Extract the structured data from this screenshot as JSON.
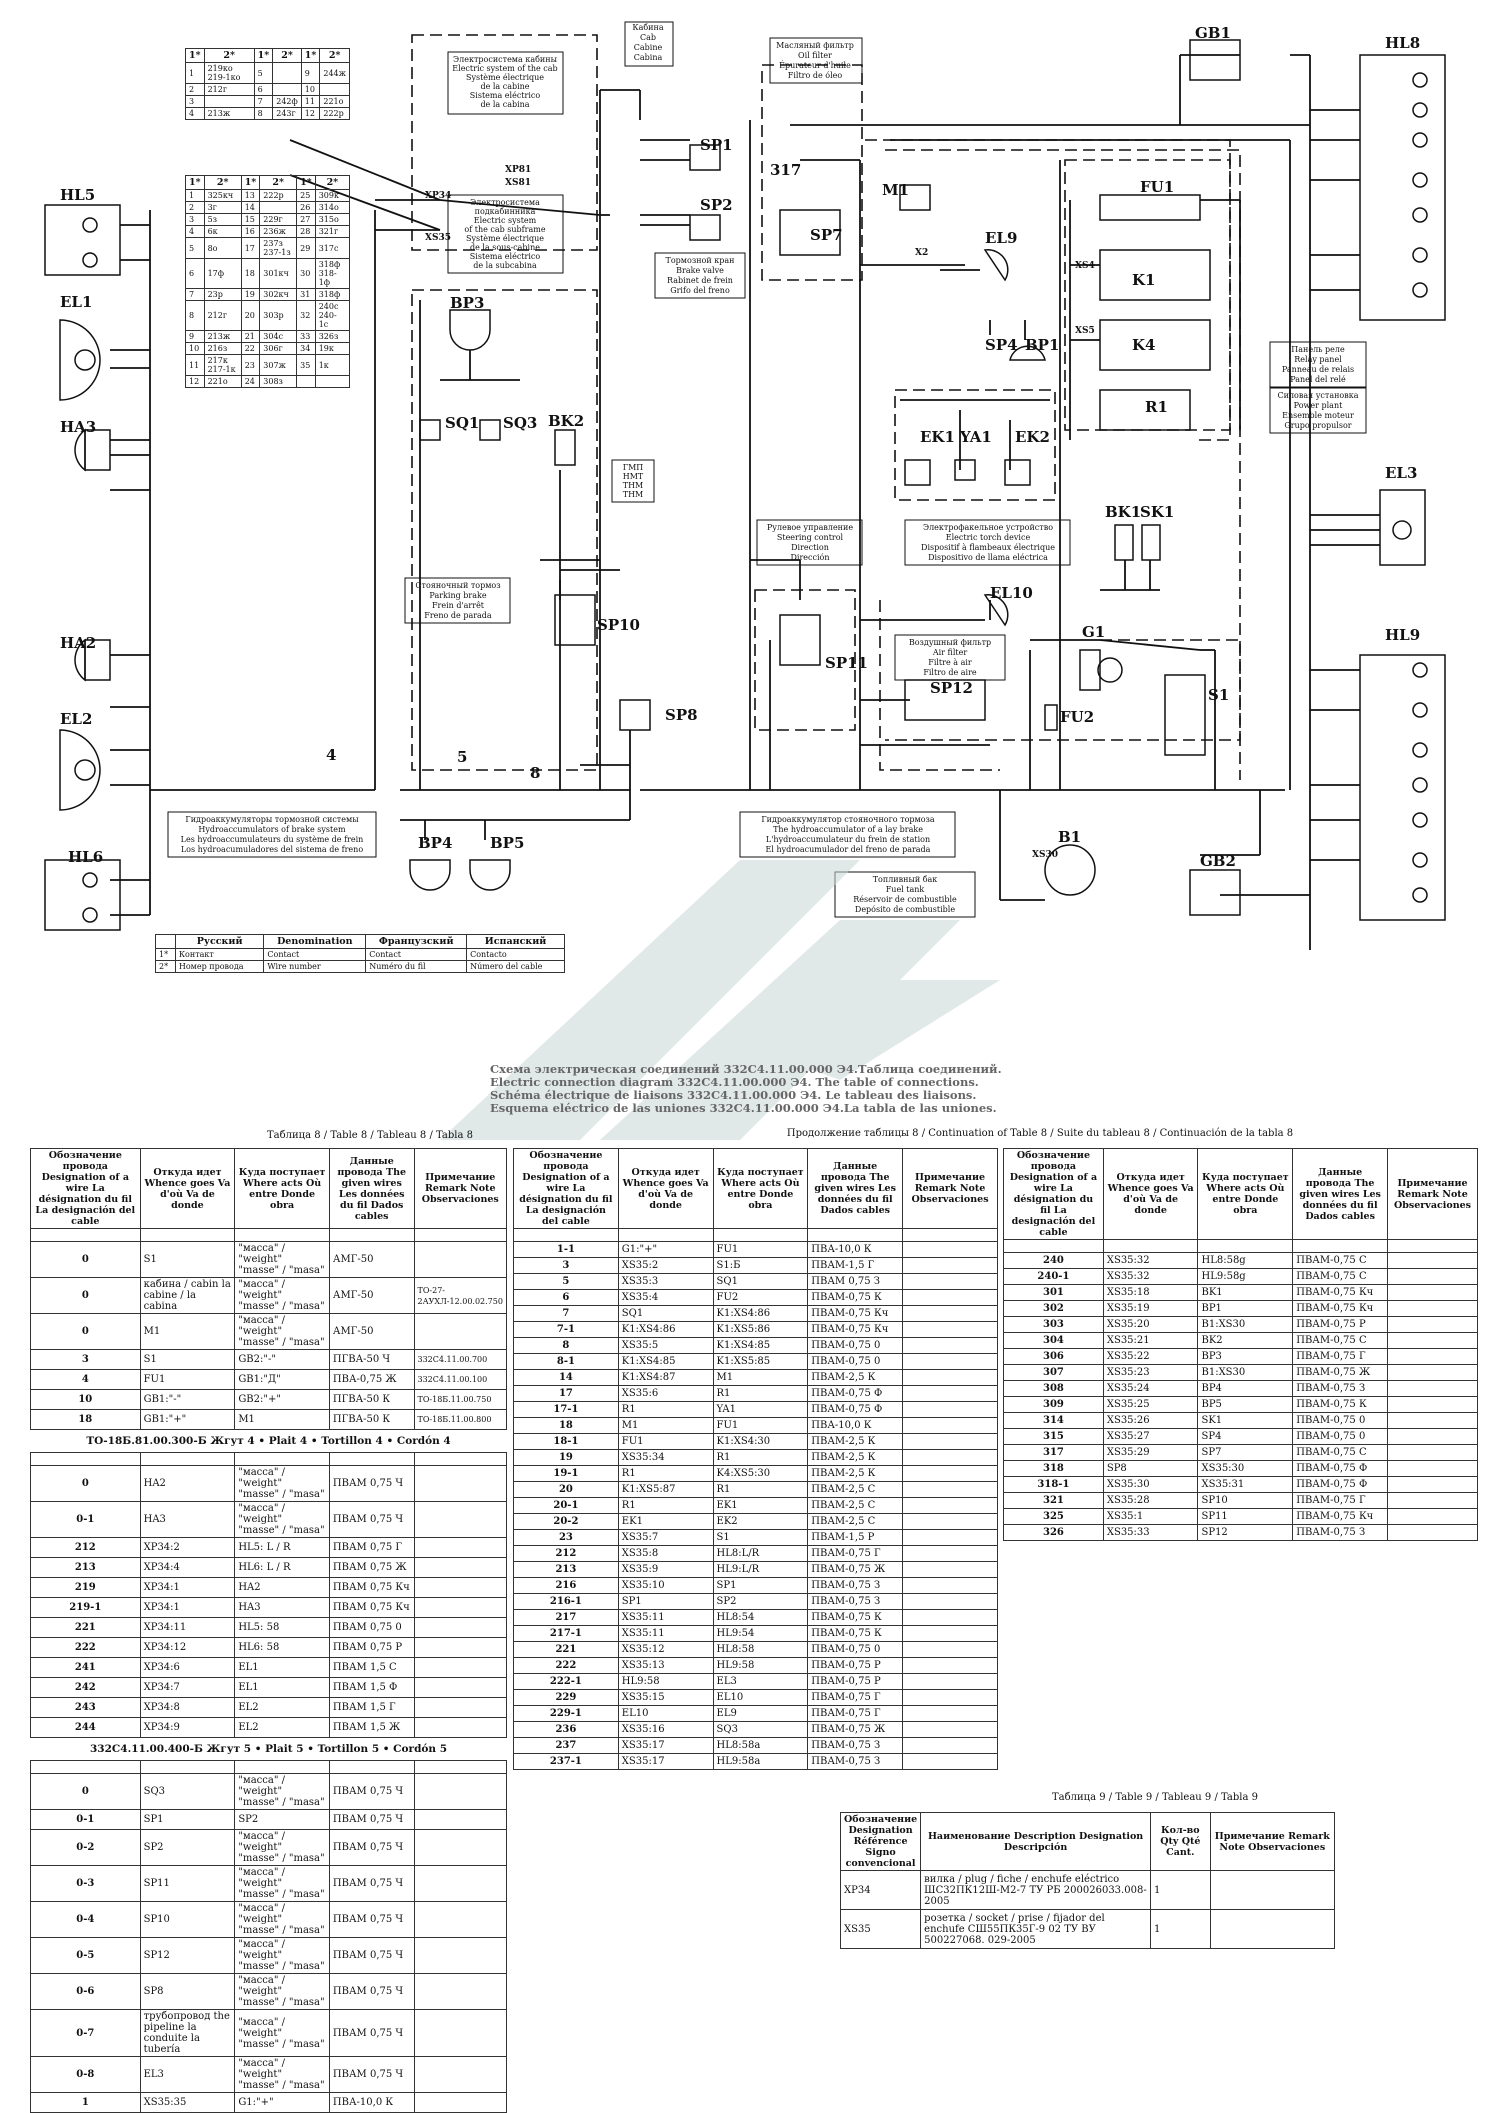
{
  "schematic": {
    "components": {
      "HL5": "HL5",
      "EL1": "EL1",
      "HA3": "HA3",
      "HA2": "HA2",
      "EL2": "EL2",
      "HL6": "HL6",
      "BP3": "BP3",
      "SQ1": "SQ1",
      "SQ3": "SQ3",
      "BK2": "BK2",
      "SP10": "SP10",
      "SP8": "SP8",
      "BP4": "BP4",
      "BP5": "BP5",
      "SP1": "SP1",
      "SP2": "SP2",
      "SP7": "SP7",
      "n317": "317",
      "M1": "M1",
      "EL9": "EL9",
      "SP4": "SP4",
      "BP1": "BP1",
      "EK1": "EK1",
      "YA1": "YA1",
      "EK2": "EK2",
      "SP11": "SP11",
      "EL10": "EL10",
      "SP12": "SP12",
      "G1": "G1",
      "FU2": "FU2",
      "B1": "B1",
      "GB1": "GB1",
      "GB2": "GB2",
      "HL8": "HL8",
      "HL9": "HL9",
      "EL3": "EL3",
      "FU1": "FU1",
      "K1": "K1",
      "K4": "K4",
      "R1": "R1",
      "BK1": "BK1",
      "SK1": "SK1",
      "S1": "S1",
      "XP34": "XP34",
      "XS35": "XS35",
      "XP81": "XP81",
      "XS81": "XS81",
      "XS4": "XS4",
      "XS5": "XS5",
      "XS30": "XS30",
      "X2": "X2",
      "n4": "4",
      "n5": "5",
      "n8": "8"
    },
    "notes": {
      "cab": [
        "Кабина",
        "Cab",
        "Cabine",
        "Cabina"
      ],
      "cab_electric": [
        "Электросистема кабины",
        "Electric system of the cab",
        "Système électrique",
        "de la cabine",
        "Sistema eléctrico",
        "de la cabina"
      ],
      "subframe": [
        "Электросистема",
        "подкабинника",
        "Electric system",
        "of the cab subframe",
        "Système électrique",
        "de la sous-cabine",
        "Sistema eléctrico",
        "de la subcabina"
      ],
      "oil_filter": [
        "Масляный фильтр",
        "Oil filter",
        "Épurateur d'huile",
        "Filtro de óleo"
      ],
      "brake_valve": [
        "Тормозной кран",
        "Brake valve",
        "Rabinet de frein",
        "Grifo del freno"
      ],
      "gmp": [
        "ГМП",
        "HMT",
        "THM",
        "THM"
      ],
      "parking": [
        "Стояночный тормоз",
        "Parking brake",
        "Frein d'arrêt",
        "Freno de parada"
      ],
      "steering": [
        "Рулевое управление",
        "Steering control",
        "Direction",
        "Dirección"
      ],
      "torch": [
        "Электрофакельное устройство",
        "Electric torch device",
        "Dispositif à flambeaux électrique",
        "Dispositivo de llama eléctrica"
      ],
      "air_filter": [
        "Воздушный фильтр",
        "Air filter",
        "Filtre à air",
        "Filtro de aire"
      ],
      "relay_panel": [
        "Панель реле",
        "Relay panel",
        "Panneau de relais",
        "Panel del relé"
      ],
      "power_plant": [
        "Силовая установка",
        "Power plant",
        "Ensemble moteur",
        "Grupo propulsor"
      ],
      "hydro_brake": [
        "Гидроаккумуляторы тормозной системы",
        "Hydroaccumulators of brake system",
        "Les hydroaccumulateurs du système de frein",
        "Los hydroacumuladores del sistema de freno"
      ],
      "hydro_lay": [
        "Гидроаккумулятор стояночного тормоза",
        "The hydroaccumulator of a lay brake",
        "L'hydroaccumulateur du frein de station",
        "El hydroacumulador del freno de parada"
      ],
      "fuel_tank": [
        "Топливный бак",
        "Fuel tank",
        "Réservoir de combustible",
        "Depósito de combustible"
      ]
    },
    "connector_tables": {
      "xp81": [
        [
          "1*",
          "2*",
          "1*",
          "2*",
          "1*",
          "2*"
        ],
        [
          "1",
          "219ко 219-1ко",
          "5",
          "",
          "9",
          "244ж"
        ],
        [
          "2",
          "212г",
          "6",
          "",
          "10",
          ""
        ],
        [
          "3",
          "",
          "7",
          "242ф",
          "11",
          "221о"
        ],
        [
          "4",
          "213ж",
          "8",
          "243г",
          "12",
          "222р"
        ]
      ],
      "xs35": [
        [
          "1*",
          "2*",
          "1*",
          "2*",
          "1*",
          "2*"
        ],
        [
          "1",
          "325кч",
          "13",
          "222р",
          "25",
          "309к"
        ],
        [
          "2",
          "3г",
          "14",
          "",
          "26",
          "314о"
        ],
        [
          "3",
          "5з",
          "15",
          "229г",
          "27",
          "315о"
        ],
        [
          "4",
          "6к",
          "16",
          "236ж",
          "28",
          "321г"
        ],
        [
          "5",
          "8о",
          "17",
          "237з 237-1з",
          "29",
          "317с"
        ],
        [
          "6",
          "17ф",
          "18",
          "301кч",
          "30",
          "318ф 318-1ф"
        ],
        [
          "7",
          "23р",
          "19",
          "302кч",
          "31",
          "318ф"
        ],
        [
          "8",
          "212г",
          "20",
          "303р",
          "32",
          "240с 240-1с"
        ],
        [
          "9",
          "213ж",
          "21",
          "304с",
          "33",
          "326з"
        ],
        [
          "10",
          "216з",
          "22",
          "306г",
          "34",
          "19к"
        ],
        [
          "11",
          "217к 217-1к",
          "23",
          "307ж",
          "35",
          "1к"
        ],
        [
          "12",
          "221о",
          "24",
          "308з",
          "",
          ""
        ]
      ]
    },
    "legend": {
      "headers": [
        "",
        "Русский",
        "Denomination",
        "Французский",
        "Испанский"
      ],
      "rows": [
        [
          "1*",
          "Контакт",
          "Contact",
          "Contact",
          "Contacto"
        ],
        [
          "2*",
          "Номер провода",
          "Wire number",
          "Numéro du fil",
          "Número del cable"
        ]
      ]
    }
  },
  "title_block": [
    "Схема электрическая соединений 332С4.11.00.000 Э4.Таблица соединений.",
    "Electric connection diagram 332С4.11.00.000 Э4. The table of connections.",
    "Schéma électrique de liaisons 332С4.11.00.000 Э4. Le tableau des liaisons.",
    "Esquema eléctrico de las uniones 332С4.11.00.000 Э4.La tabla de las uniones."
  ],
  "table8": {
    "caption": "Таблица 8 / Table 8 / Tableau 8 / Tabla 8",
    "caption_cont": "Продолжение таблицы 8 / Continuation of Table 8 / Suite du tableau 8 / Continuación de la tabla 8",
    "headers": [
      "Обозначение провода Designation of a wire La désignation du fil La designación del cable",
      "Откуда идет Whence goes Va d'où Va de donde",
      "Куда поступает Where acts Où entre Donde obra",
      "Данные провода The given wires Les données du fil Dados cables",
      "Примечание Remark Note Observaciones"
    ],
    "section4": "ТО-18Б.81.00.300-Б  Жгут 4 • Plait 4 • Tortillon 4 • Cordón 4",
    "section5": "332С4.11.00.400-Б  Жгут 5 • Plait 5 • Tortillon 5 • Cordón 5",
    "rows_a": [
      [
        "0",
        "S1",
        "\"масса\" / \"weight\" \"masse\" / \"masa\"",
        "АМГ-50",
        ""
      ],
      [
        "0",
        "кабина / cabin la cabine / la cabina",
        "\"масса\" / \"weight\" \"masse\" / \"masa\"",
        "АМГ-50",
        "ТО-27-2АУХЛ-12.00.02.750"
      ],
      [
        "0",
        "M1",
        "\"масса\" / \"weight\" \"masse\" / \"masa\"",
        "АМГ-50",
        ""
      ],
      [
        "3",
        "S1",
        "GB2:\"-\"",
        "ПГВА-50 Ч",
        "332С4.11.00.700"
      ],
      [
        "4",
        "FU1",
        "GB1:\"Д\"",
        "ПВА-0,75 Ж",
        "332С4.11.00.100"
      ],
      [
        "10",
        "GB1:\"-\"",
        "GB2:\"+\"",
        "ПГВА-50 К",
        "ТО-18Б.11.00.750"
      ],
      [
        "18",
        "GB1:\"+\"",
        "M1",
        "ПГВА-50 К",
        "ТО-18Б.11.00.800"
      ]
    ],
    "rows_b": [
      [
        "0",
        "HA2",
        "\"масса\" / \"weight\" \"masse\" / \"masa\"",
        "ПВАМ 0,75 Ч",
        ""
      ],
      [
        "0-1",
        "HA3",
        "\"масса\" / \"weight\" \"masse\" / \"masa\"",
        "ПВАМ 0,75 Ч",
        ""
      ],
      [
        "212",
        "XP34:2",
        "HL5: L / R",
        "ПВАМ 0,75 Г",
        ""
      ],
      [
        "213",
        "XP34:4",
        "HL6: L / R",
        "ПВАМ 0,75 Ж",
        ""
      ],
      [
        "219",
        "XP34:1",
        "HA2",
        "ПВАМ 0,75 Кч",
        ""
      ],
      [
        "219-1",
        "XP34:1",
        "HA3",
        "ПВАМ 0,75 Кч",
        ""
      ],
      [
        "221",
        "XP34:11",
        "HL5: 58",
        "ПВАМ 0,75 0",
        ""
      ],
      [
        "222",
        "XP34:12",
        "HL6: 58",
        "ПВАМ 0,75 Р",
        ""
      ],
      [
        "241",
        "XP34:6",
        "EL1",
        "ПВАМ 1,5 С",
        ""
      ],
      [
        "242",
        "XP34:7",
        "EL1",
        "ПВАМ 1,5 Ф",
        ""
      ],
      [
        "243",
        "XP34:8",
        "EL2",
        "ПВАМ 1,5 Г",
        ""
      ],
      [
        "244",
        "XP34:9",
        "EL2",
        "ПВАМ 1,5 Ж",
        ""
      ]
    ],
    "rows_c": [
      [
        "0",
        "SQ3",
        "\"масса\" / \"weight\" \"masse\" / \"masa\"",
        "ПВАМ 0,75 Ч",
        ""
      ],
      [
        "0-1",
        "SP1",
        "SP2",
        "ПВАМ 0,75 Ч",
        ""
      ],
      [
        "0-2",
        "SP2",
        "\"масса\" / \"weight\" \"masse\" / \"masa\"",
        "ПВАМ 0,75 Ч",
        ""
      ],
      [
        "0-3",
        "SP11",
        "\"масса\" / \"weight\" \"masse\" / \"masa\"",
        "ПВАМ 0,75 Ч",
        ""
      ],
      [
        "0-4",
        "SP10",
        "\"масса\" / \"weight\" \"masse\" / \"masa\"",
        "ПВАМ 0,75 Ч",
        ""
      ],
      [
        "0-5",
        "SP12",
        "\"масса\" / \"weight\" \"masse\" / \"masa\"",
        "ПВАМ 0,75 Ч",
        ""
      ],
      [
        "0-6",
        "SP8",
        "\"масса\" / \"weight\" \"masse\" / \"masa\"",
        "ПВАМ 0,75 Ч",
        ""
      ],
      [
        "0-7",
        "трубопровод the pipeline la conduite la tubería",
        "\"масса\" / \"weight\" \"masse\" / \"masa\"",
        "ПВАМ 0,75 Ч",
        ""
      ],
      [
        "0-8",
        "EL3",
        "\"масса\" / \"weight\" \"masse\" / \"masa\"",
        "ПВАМ 0,75 Ч",
        ""
      ],
      [
        "1",
        "XS35:35",
        "G1:\"+\"",
        "ПВА-10,0 К",
        ""
      ]
    ],
    "rows_mid": [
      [
        "1-1",
        "G1:\"+\"",
        "FU1",
        "ПВА-10,0 К",
        ""
      ],
      [
        "3",
        "XS35:2",
        "S1:Б",
        "ПВАМ-1,5 Г",
        ""
      ],
      [
        "5",
        "XS35:3",
        "SQ1",
        "ПВАМ 0,75 З",
        ""
      ],
      [
        "6",
        "XS35:4",
        "FU2",
        "ПВАМ-0,75 К",
        ""
      ],
      [
        "7",
        "SQ1",
        "K1:XS4:86",
        "ПВАМ-0,75 Кч",
        ""
      ],
      [
        "7-1",
        "K1:XS4:86",
        "K1:XS5:86",
        "ПВАМ-0,75 Кч",
        ""
      ],
      [
        "8",
        "XS35:5",
        "K1:XS4:85",
        "ПВАМ-0,75 0",
        ""
      ],
      [
        "8-1",
        "K1:XS4:85",
        "K1:XS5:85",
        "ПВАМ-0,75 0",
        ""
      ],
      [
        "14",
        "K1:XS4:87",
        "M1",
        "ПВАМ-2,5 К",
        ""
      ],
      [
        "17",
        "XS35:6",
        "R1",
        "ПВАМ-0,75 Ф",
        ""
      ],
      [
        "17-1",
        "R1",
        "YA1",
        "ПВАМ-0,75 Ф",
        ""
      ],
      [
        "18",
        "M1",
        "FU1",
        "ПВА-10,0 К",
        ""
      ],
      [
        "18-1",
        "FU1",
        "K1:XS4:30",
        "ПВАМ-2,5 К",
        ""
      ],
      [
        "19",
        "XS35:34",
        "R1",
        "ПВАМ-2,5 К",
        ""
      ],
      [
        "19-1",
        "R1",
        "K4:XS5:30",
        "ПВАМ-2,5 К",
        ""
      ],
      [
        "20",
        "K1:XS5:87",
        "R1",
        "ПВАМ-2,5 С",
        ""
      ],
      [
        "20-1",
        "R1",
        "EK1",
        "ПВАМ-2,5 С",
        ""
      ],
      [
        "20-2",
        "EK1",
        "EK2",
        "ПВАМ-2,5 С",
        ""
      ],
      [
        "23",
        "XS35:7",
        "S1",
        "ПВАМ-1,5 Р",
        ""
      ],
      [
        "212",
        "XS35:8",
        "HL8:L/R",
        "ПВАМ-0,75 Г",
        ""
      ],
      [
        "213",
        "XS35:9",
        "HL9:L/R",
        "ПВАМ-0,75 Ж",
        ""
      ],
      [
        "216",
        "XS35:10",
        "SP1",
        "ПВАМ-0,75 З",
        ""
      ],
      [
        "216-1",
        "SP1",
        "SP2",
        "ПВАМ-0,75 З",
        ""
      ],
      [
        "217",
        "XS35:11",
        "HL8:54",
        "ПВАМ-0,75 К",
        ""
      ],
      [
        "217-1",
        "XS35:11",
        "HL9:54",
        "ПВАМ-0,75 К",
        ""
      ],
      [
        "221",
        "XS35:12",
        "HL8:58",
        "ПВАМ-0,75 0",
        ""
      ],
      [
        "222",
        "XS35:13",
        "HL9:58",
        "ПВАМ-0,75 Р",
        ""
      ],
      [
        "222-1",
        "HL9:58",
        "EL3",
        "ПВАМ-0,75 Р",
        ""
      ],
      [
        "229",
        "XS35:15",
        "EL10",
        "ПВАМ-0,75 Г",
        ""
      ],
      [
        "229-1",
        "EL10",
        "EL9",
        "ПВАМ-0,75 Г",
        ""
      ],
      [
        "236",
        "XS35:16",
        "SQ3",
        "ПВАМ-0,75 Ж",
        ""
      ],
      [
        "237",
        "XS35:17",
        "HL8:58a",
        "ПВАМ-0,75 З",
        ""
      ],
      [
        "237-1",
        "XS35:17",
        "HL9:58a",
        "ПВАМ-0,75 З",
        ""
      ]
    ],
    "rows_right": [
      [
        "240",
        "XS35:32",
        "HL8:58g",
        "ПВАМ-0,75 С",
        ""
      ],
      [
        "240-1",
        "XS35:32",
        "HL9:58g",
        "ПВАМ-0,75 С",
        ""
      ],
      [
        "301",
        "XS35:18",
        "BK1",
        "ПВАМ-0,75 Кч",
        ""
      ],
      [
        "302",
        "XS35:19",
        "BP1",
        "ПВАМ-0,75 Кч",
        ""
      ],
      [
        "303",
        "XS35:20",
        "B1:XS30",
        "ПВАМ-0,75 Р",
        ""
      ],
      [
        "304",
        "XS35:21",
        "BK2",
        "ПВАМ-0,75 С",
        ""
      ],
      [
        "306",
        "XS35:22",
        "BP3",
        "ПВАМ-0,75 Г",
        ""
      ],
      [
        "307",
        "XS35:23",
        "B1:XS30",
        "ПВАМ-0,75 Ж",
        ""
      ],
      [
        "308",
        "XS35:24",
        "BP4",
        "ПВАМ-0,75 З",
        ""
      ],
      [
        "309",
        "XS35:25",
        "BP5",
        "ПВАМ-0,75 К",
        ""
      ],
      [
        "314",
        "XS35:26",
        "SK1",
        "ПВАМ-0,75 0",
        ""
      ],
      [
        "315",
        "XS35:27",
        "SP4",
        "ПВАМ-0,75 0",
        ""
      ],
      [
        "317",
        "XS35:29",
        "SP7",
        "ПВАМ-0,75 С",
        ""
      ],
      [
        "318",
        "SP8",
        "XS35:30",
        "ПВАМ-0,75 Ф",
        ""
      ],
      [
        "318-1",
        "XS35:30",
        "XS35:31",
        "ПВАМ-0,75 Ф",
        ""
      ],
      [
        "321",
        "XS35:28",
        "SP10",
        "ПВАМ-0,75 Г",
        ""
      ],
      [
        "325",
        "XS35:1",
        "SP11",
        "ПВАМ-0,75 Кч",
        ""
      ],
      [
        "326",
        "XS35:33",
        "SP12",
        "ПВАМ-0,75 З",
        ""
      ]
    ]
  },
  "table9": {
    "caption": "Таблица 9 / Table 9 / Tableau 9 / Tabla 9",
    "headers": [
      "Обозначение Designation Référence Signo convencional",
      "Наименование Description Designation Descripción",
      "Кол-во Qty Qté Cant.",
      "Примечание Remark Note Observaciones"
    ],
    "rows": [
      [
        "XP34",
        "вилка / plug / fiche / enchufe eléctrico ШС32ПК12Ш-М2-7 ТУ РБ 200026033.008-2005",
        "1",
        ""
      ],
      [
        "XS35",
        "розетка / socket / prise / fijador del enchufe СШ55ПК35Г-9 02 ТУ ВУ 500227068. 029-2005",
        "1",
        ""
      ]
    ]
  }
}
